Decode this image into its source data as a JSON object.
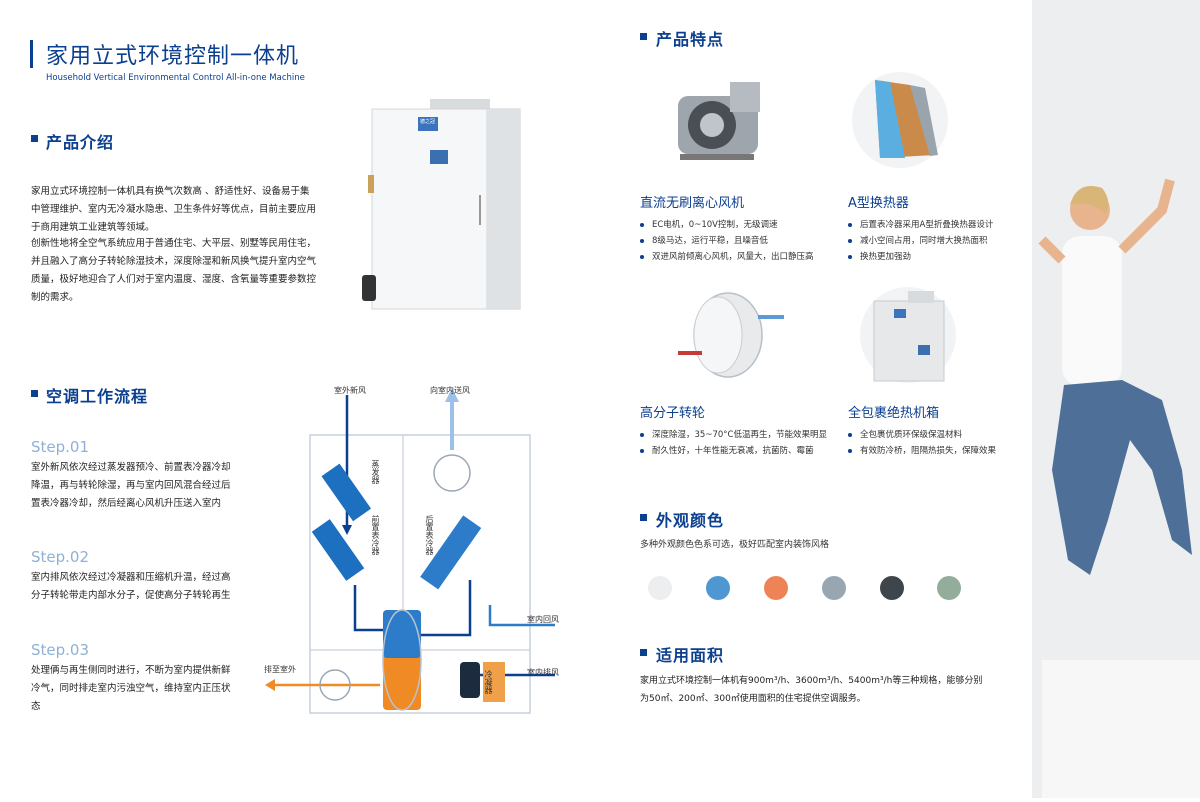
{
  "header": {
    "title": "家用立式环境控制一体机",
    "subtitle": "Household Vertical Environmental Control All-in-one Machine"
  },
  "intro": {
    "heading": "产品介绍",
    "para1": "家用立式环境控制一体机具有换气次数高 、舒适性好、设备易于集中管理维护、室内无冷凝水隐患、卫生条件好等优点，目前主要应用于商用建筑工业建筑等领域。",
    "para2": "创新性地将全空气系统应用于普通住宅、大平层、别墅等民用住宅，并且融入了高分子转轮除湿技术，深度除湿和新风换气提升室内空气质量，极好地迎合了人们对于室内温度、湿度、含氧量等重要参数控制的需求。"
  },
  "flow": {
    "heading": "空调工作流程",
    "steps": [
      {
        "label": "Step.01",
        "text": "室外新风依次经过蒸发器预冷、前置表冷器冷却降温，再与转轮除湿，再与室内回风混合经过后置表冷器冷却，然后经离心风机升压送入室内"
      },
      {
        "label": "Step.02",
        "text": "室内排风依次经过冷凝器和压缩机升温，经过高分子转轮带走内部水分子，促使高分子转轮再生"
      },
      {
        "label": "Step.03",
        "text": "处理俩与再生侧同时进行，不断为室内提供新鲜冷气，同时排走室内污浊空气，维持室内正压状态"
      }
    ],
    "diagram": {
      "outdoor_fresh": "室外新风",
      "supply_indoor": "向室内送风",
      "evaporator": "蒸发器",
      "pre_cooler": "前置表冷器",
      "post_cooler": "后置表冷器",
      "indoor_return": "室内回风",
      "indoor_exhaust": "室内排风",
      "exhaust_out": "排至室外",
      "condenser": "冷凝器"
    }
  },
  "features": {
    "heading": "产品特点",
    "items": [
      {
        "title": "直流无刷离心风机",
        "points": [
          "EC电机，0~10V控制，无级调速",
          "8级马达，运行平稳，且噪音低",
          "双进风前倾离心风机，风量大，出口静压高"
        ]
      },
      {
        "title": "A型换热器",
        "points": [
          "后置表冷器采用A型折叠换热器设计",
          "减小空间占用，同时增大换热面积",
          "换热更加强劲"
        ]
      },
      {
        "title": "高分子转轮",
        "points": [
          "深度除湿，35~70°C低温再生，节能效果明显",
          "耐久性好，十年性能无衰减，抗菌防、霉菌"
        ]
      },
      {
        "title": "全包裹绝热机箱",
        "points": [
          "全包裹优质环保级保温材料",
          "有效防冷桥，阻隔热损失，保障效果"
        ]
      }
    ]
  },
  "colors": {
    "heading": "外观颜色",
    "desc": "多种外观颜色色系可选，极好匹配室内装饰风格",
    "swatches": [
      "#eceeef",
      "#4f97d2",
      "#ee8356",
      "#98a6b1",
      "#3e454b",
      "#93ad9a"
    ]
  },
  "area": {
    "heading": "适用面积",
    "text": "家用立式环境控制一体机有900m³/h、3600m³/h、5400m³/h等三种规格，能够分别为50㎡、200㎡、300㎡使用面积的住宅提供空调服务。"
  },
  "machine_badge": "德之冠"
}
